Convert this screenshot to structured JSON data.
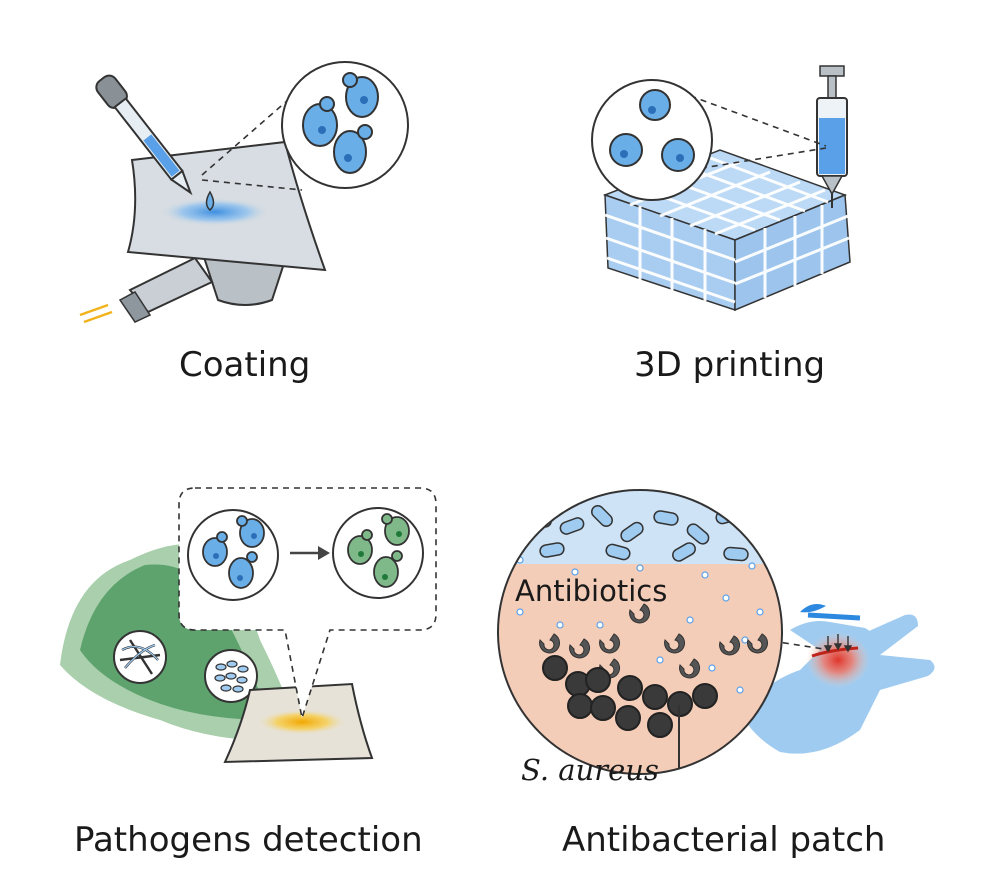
{
  "panels": {
    "coating": {
      "caption": "Coating"
    },
    "printing": {
      "caption": "3D printing"
    },
    "detection": {
      "caption": "Pathogens detection"
    },
    "patch": {
      "caption": "Antibacterial patch",
      "antibiotics_label": "Antibiotics",
      "bacteria_label": "S. aureus"
    }
  },
  "colors": {
    "yeast_blue": "#6aaee8",
    "yeast_green": "#7fb98a",
    "gel_blue": "#bcd9f5",
    "paper_gray": "#d7dde2",
    "leaf_green": "#5ea36d",
    "skin_pink": "#f4cdb8",
    "bacteria_dark": "#3a3a3a",
    "hand_blue": "#9fcbf0",
    "wound_red": "#e0352a",
    "signal_yellow": "#f2b21b"
  },
  "icons": [
    "pipette-icon",
    "heat-lamp-icon",
    "syringe-icon",
    "leaf-icon",
    "arrow-right-icon",
    "hand-icon"
  ]
}
